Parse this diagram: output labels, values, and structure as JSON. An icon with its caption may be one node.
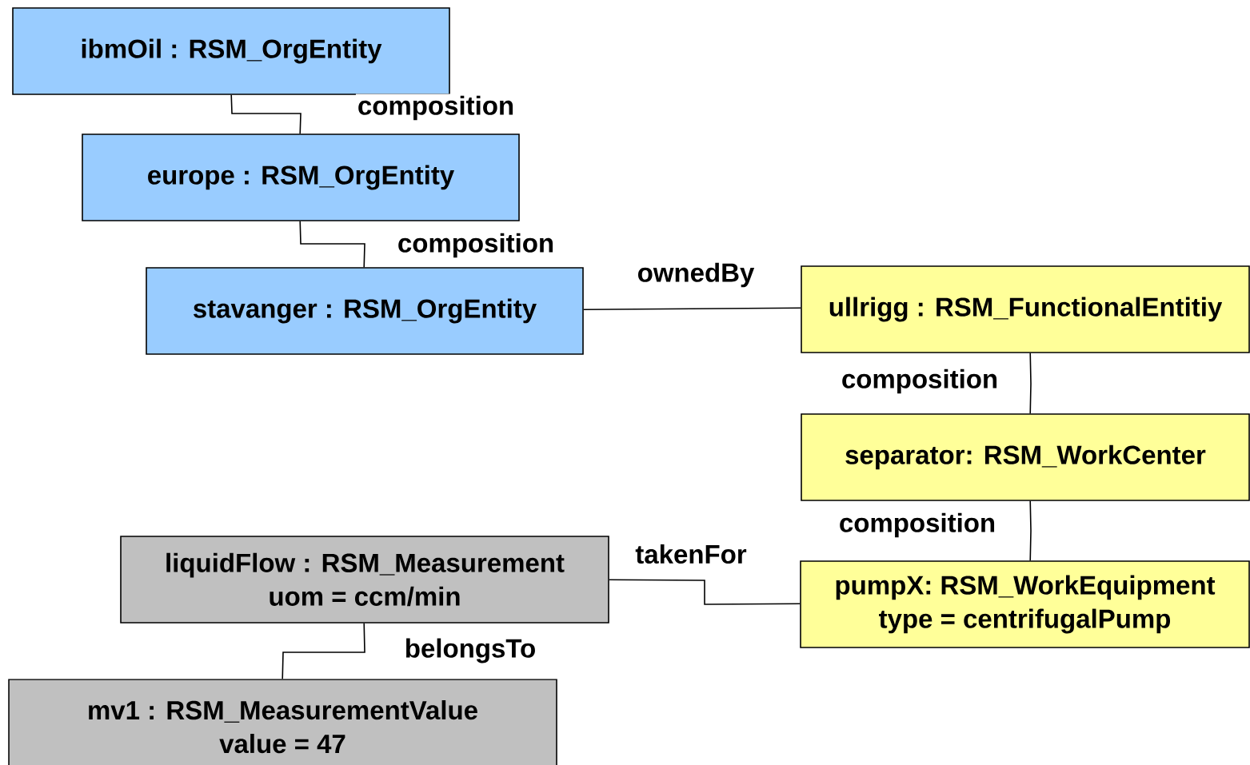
{
  "diagram": {
    "nodes": [
      {
        "text": [
          "ibmOil : RSM_OrgEntity"
        ]
      },
      {
        "text": [
          "europe : RSM_OrgEntity"
        ]
      },
      {
        "text": [
          "stavanger : RSM_OrgEntity"
        ]
      },
      {
        "text": [
          "ullrigg : RSM_FunctionalEntitiy"
        ]
      },
      {
        "text": [
          "separator: RSM_WorkCenter"
        ]
      },
      {
        "text": [
          "pumpX: RSM_WorkEquipment",
          "type = centrifugalPump"
        ]
      },
      {
        "text": [
          "liquidFlow : RSM_Measurement",
          "uom = ccm/min"
        ]
      },
      {
        "text": [
          "mv1 : RSM_MeasurementValue",
          "value = 47"
        ]
      }
    ],
    "edges": [
      {
        "from": 0,
        "to": 1,
        "arrow": "none",
        "label": "composition"
      },
      {
        "from": 1,
        "to": 2,
        "arrow": "none",
        "label": "composition"
      },
      {
        "from": 2,
        "to": 3,
        "arrow": "none",
        "label": "ownedBy"
      },
      {
        "from": 3,
        "to": 4,
        "arrow": "none",
        "label": "composition"
      },
      {
        "from": 4,
        "to": 5,
        "arrow": "none",
        "label": "composition"
      },
      {
        "from": 6,
        "to": 5,
        "arrow": "none",
        "label": "takenFor"
      },
      {
        "from": 6,
        "to": 7,
        "arrow": "none",
        "label": "belongsTo"
      }
    ]
  }
}
